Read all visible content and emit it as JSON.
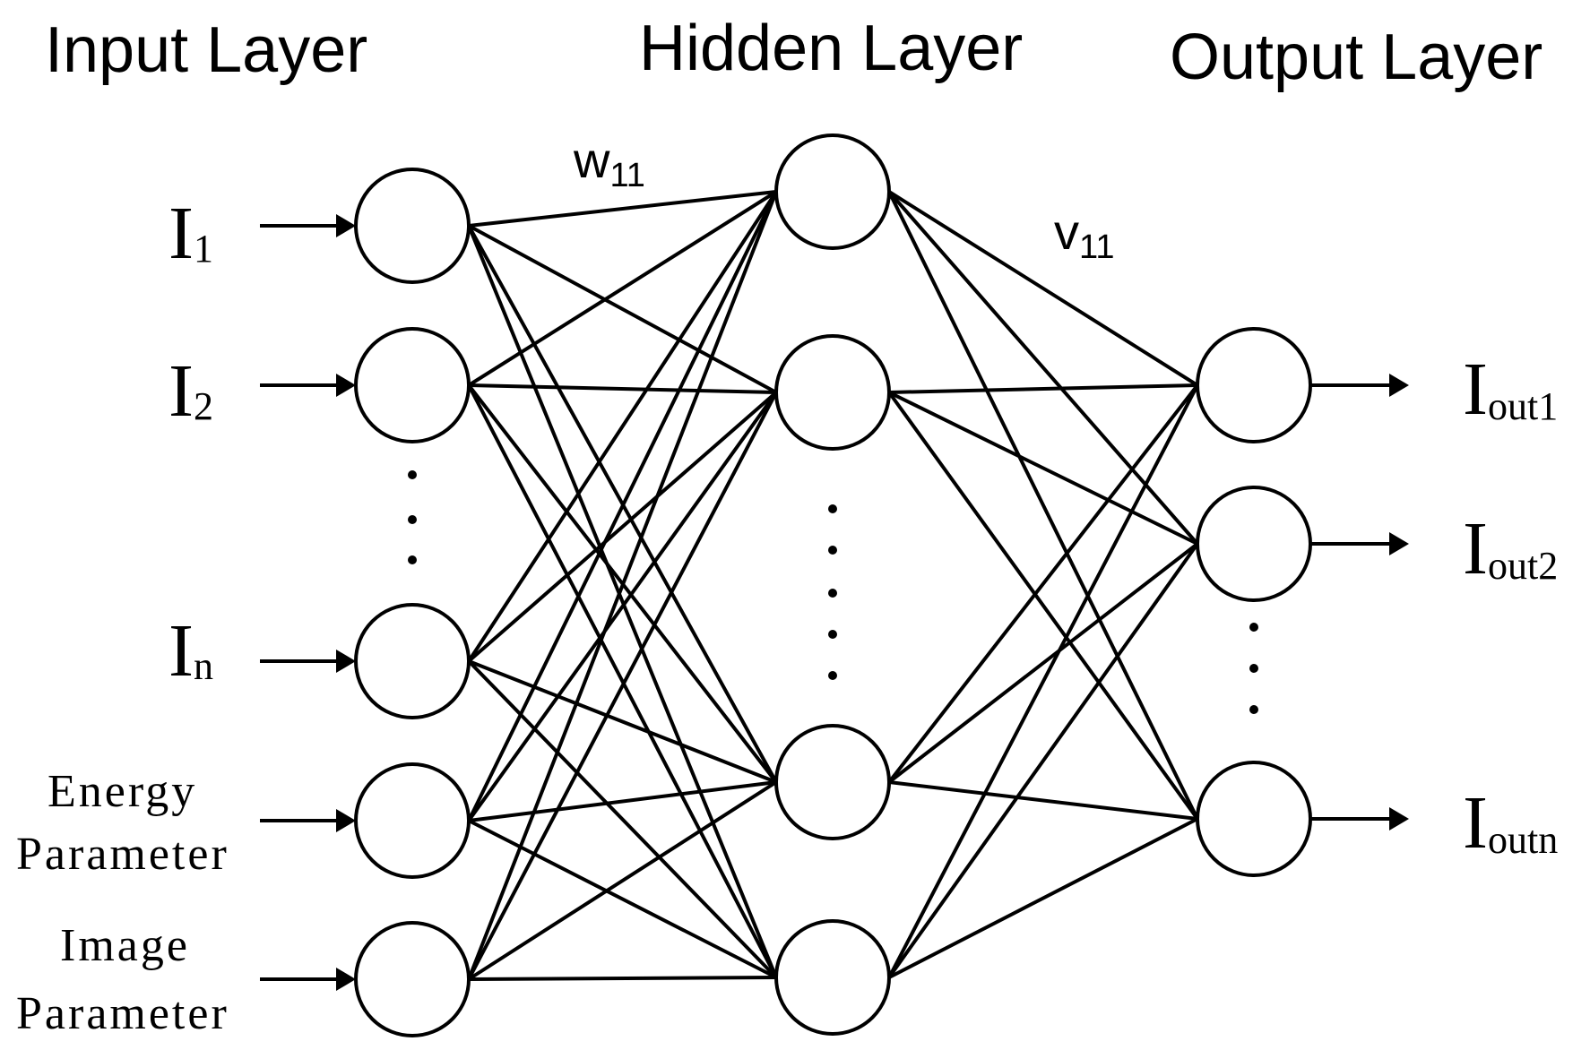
{
  "titles": {
    "input": "Input Layer",
    "hidden": "Hidden Layer",
    "output": "Output Layer"
  },
  "weights": {
    "w_base": "w",
    "w_sub": "11",
    "v_base": "v",
    "v_sub": "11"
  },
  "inputs": [
    {
      "base": "I",
      "sub": "1"
    },
    {
      "base": "I",
      "sub": "2"
    },
    {
      "base": "I",
      "sub": "n"
    }
  ],
  "params": {
    "energy_line1": "Energy",
    "energy_line2": "Parameter",
    "image_line1": "Image",
    "image_line2": "Parameter"
  },
  "outputs": [
    {
      "base": "I",
      "sub": "out1"
    },
    {
      "base": "I",
      "sub": "out2"
    },
    {
      "base": "I",
      "sub": "outn"
    }
  ],
  "colors": {
    "stroke": "#000000",
    "background": "#ffffff"
  }
}
